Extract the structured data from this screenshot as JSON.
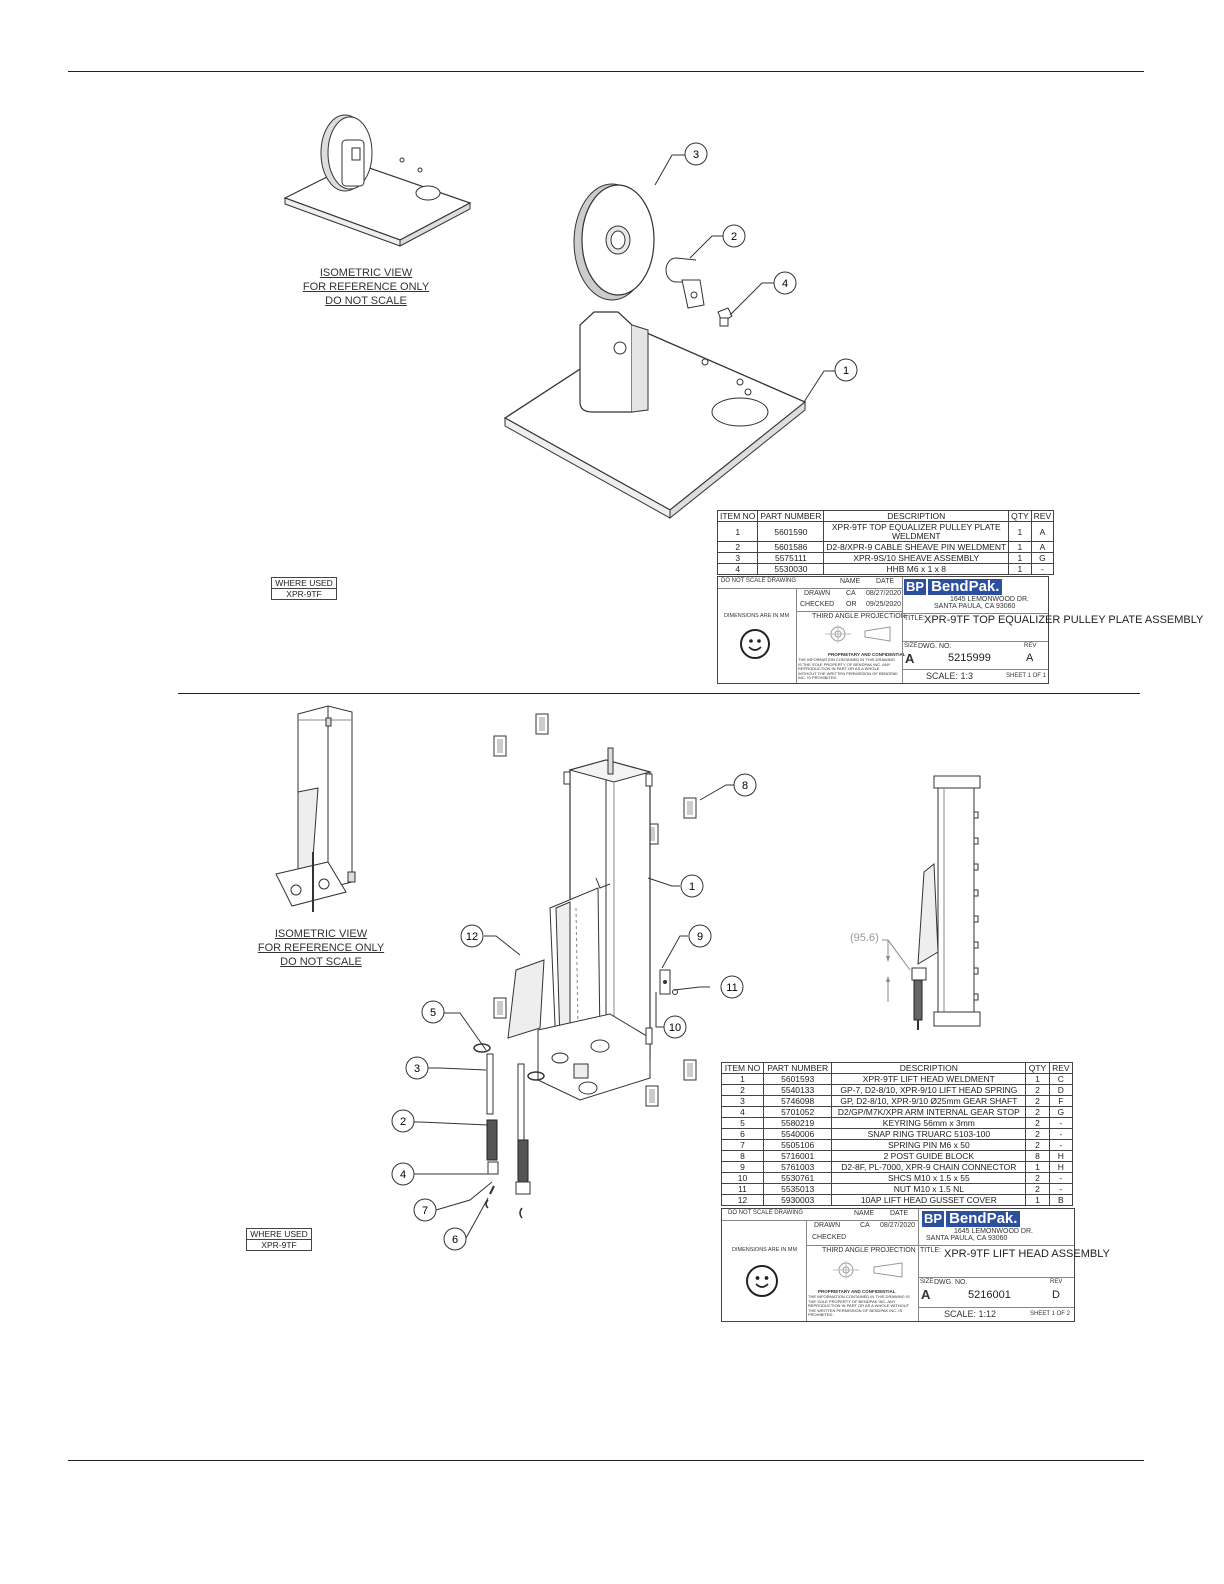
{
  "sheet1": {
    "iso_note": [
      "ISOMETRIC VIEW",
      "FOR REFERENCE ONLY",
      "DO NOT SCALE"
    ],
    "where_used": {
      "label": "WHERE USED",
      "value": "XPR-9TF"
    },
    "balloons": [
      "3",
      "2",
      "4",
      "1"
    ],
    "bom": {
      "headers": [
        "ITEM NO",
        "PART NUMBER",
        "DESCRIPTION",
        "QTY",
        "REV"
      ],
      "rows": [
        [
          "1",
          "5601590",
          "XPR-9TF TOP EQUALIZER PULLEY PLATE WELDMENT",
          "1",
          "A"
        ],
        [
          "2",
          "5601586",
          "D2-8/XPR-9 CABLE SHEAVE PIN WELDMENT",
          "1",
          "A"
        ],
        [
          "3",
          "5575111",
          "XPR-9S/10 SHEAVE ASSEMBLY",
          "1",
          "G"
        ],
        [
          "4",
          "5530030",
          "HHB M6 x 1 x 8",
          "1",
          "-"
        ]
      ]
    },
    "title_block": {
      "do_not_scale": "DO NOT SCALE DRAWING",
      "col_name": "NAME",
      "col_date": "DATE",
      "drawn_label": "DRAWN",
      "drawn_name": "CA",
      "drawn_date": "08/27/2020",
      "checked_label": "CHECKED",
      "checked_name": "OR",
      "checked_date": "09/25/2020",
      "dims_note": "DIMENSIONS ARE IN MM",
      "projection": "THIRD ANGLE PROJECTION",
      "brand_mark": "BP",
      "brand_name": "BendPak.",
      "address1": "1645 LEMONWOOD DR.",
      "address2": "SANTA PAULA, CA 93060",
      "title_label": "TITLE:",
      "title": "XPR-9TF TOP EQUALIZER PULLEY PLATE ASSEMBLY",
      "size_label": "SIZE",
      "size": "A",
      "dwg_label": "DWG.  NO.",
      "dwg_no": "5215999",
      "rev_label": "REV",
      "rev": "A",
      "scale": "SCALE: 1:3",
      "sheet": "SHEET 1 OF 1",
      "confidential_head": "PROPRIETARY AND CONFIDENTIAL",
      "confidential_body": "THE INFORMATION CONTAINED IN THIS DRAWING IS THE SOLE PROPERTY OF BENDPAK INC. ANY REPRODUCTION IN PART OR AS A WHOLE WITHOUT THE WRITTEN PERMISSION OF BENDPAK INC. IS PROHIBITED."
    }
  },
  "sheet2": {
    "iso_note": [
      "ISOMETRIC VIEW",
      "FOR REFERENCE ONLY",
      "DO NOT SCALE"
    ],
    "where_used": {
      "label": "WHERE USED",
      "value": "XPR-9TF"
    },
    "balloons": [
      "8",
      "1",
      "12",
      "9",
      "11",
      "10",
      "5",
      "3",
      "2",
      "4",
      "7",
      "6"
    ],
    "dimension": "(95.6)",
    "bom": {
      "headers": [
        "ITEM NO",
        "PART NUMBER",
        "DESCRIPTION",
        "QTY",
        "REV"
      ],
      "rows": [
        [
          "1",
          "5601593",
          "XPR-9TF LIFT HEAD WELDMENT",
          "1",
          "C"
        ],
        [
          "2",
          "5540133",
          "GP-7, D2-8/10, XPR-9/10 LIFT HEAD SPRING",
          "2",
          "D"
        ],
        [
          "3",
          "5746098",
          "GP, D2-8/10, XPR-9/10 Ø25mm GEAR SHAFT",
          "2",
          "F"
        ],
        [
          "4",
          "5701052",
          "D2/GP/M7K/XPR ARM INTERNAL GEAR STOP",
          "2",
          "G"
        ],
        [
          "5",
          "5580219",
          "KEYRING 56mm x 3mm",
          "2",
          "-"
        ],
        [
          "6",
          "5540006",
          "SNAP RING TRUARC 5103-100",
          "2",
          "-"
        ],
        [
          "7",
          "5505106",
          "SPRING PIN M6 x 50",
          "2",
          "-"
        ],
        [
          "8",
          "5716001",
          "2 POST GUIDE BLOCK",
          "8",
          "H"
        ],
        [
          "9",
          "5761003",
          "D2-8F, PL-7000, XPR-9 CHAIN CONNECTOR",
          "1",
          "H"
        ],
        [
          "10",
          "5530761",
          "SHCS M10 x 1.5 x 55",
          "2",
          "-"
        ],
        [
          "11",
          "5535013",
          "NUT M10 x 1.5 NL",
          "2",
          "-"
        ],
        [
          "12",
          "5930003",
          "10AP LIFT HEAD GUSSET COVER",
          "1",
          "B"
        ]
      ]
    },
    "title_block": {
      "do_not_scale": "DO NOT SCALE DRAWING",
      "col_name": "NAME",
      "col_date": "DATE",
      "drawn_label": "DRAWN",
      "drawn_name": "CA",
      "drawn_date": "08/27/2020",
      "checked_label": "CHECKED",
      "dims_note": "DIMENSIONS ARE IN MM",
      "projection": "THIRD ANGLE PROJECTION",
      "brand_mark": "BP",
      "brand_name": "BendPak.",
      "address1": "1645 LEMONWOOD DR.",
      "address2": "SANTA PAULA, CA 93060",
      "title_label": "TITLE:",
      "title": "XPR-9TF LIFT HEAD ASSEMBLY",
      "size_label": "SIZE",
      "size": "A",
      "dwg_label": "DWG.  NO.",
      "dwg_no": "5216001",
      "rev_label": "REV",
      "rev": "D",
      "scale": "SCALE: 1:12",
      "sheet": "SHEET 1 OF 2",
      "confidential_head": "PROPRIETARY AND CONFIDENTIAL",
      "confidential_body": "THE INFORMATION CONTAINED IN THIS DRAWING IS THE SOLE PROPERTY OF BENDPAK INC. ANY REPRODUCTION IN PART OR AS A WHOLE WITHOUT THE WRITTEN PERMISSION OF BENDPAK INC. IS PROHIBITED."
    }
  }
}
